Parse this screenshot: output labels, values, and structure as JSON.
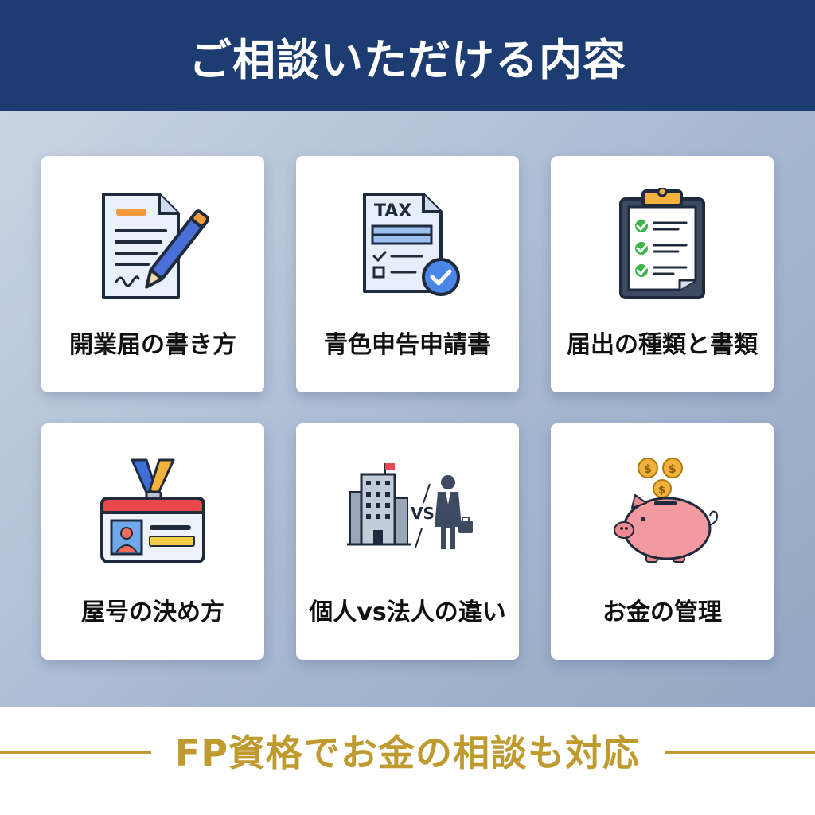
{
  "header": {
    "title": "ご相談いただける内容"
  },
  "cards": [
    {
      "label": "開業届の書き方",
      "icon": "document-pen-icon"
    },
    {
      "label": "青色申告申請書",
      "icon": "tax-form-check-icon",
      "icon_text": "TAX"
    },
    {
      "label": "届出の種類と書類",
      "icon": "clipboard-checklist-icon"
    },
    {
      "label": "屋号の決め方",
      "icon": "id-badge-icon"
    },
    {
      "label": "個人vs法人の違い",
      "icon": "company-vs-person-icon",
      "icon_text": "VS"
    },
    {
      "label": "お金の管理",
      "icon": "piggy-bank-icon"
    }
  ],
  "footer": {
    "text": "FP資格でお金の相談も対応"
  },
  "colors": {
    "navy": "#1d3c72",
    "gold": "#bf9a2e"
  }
}
